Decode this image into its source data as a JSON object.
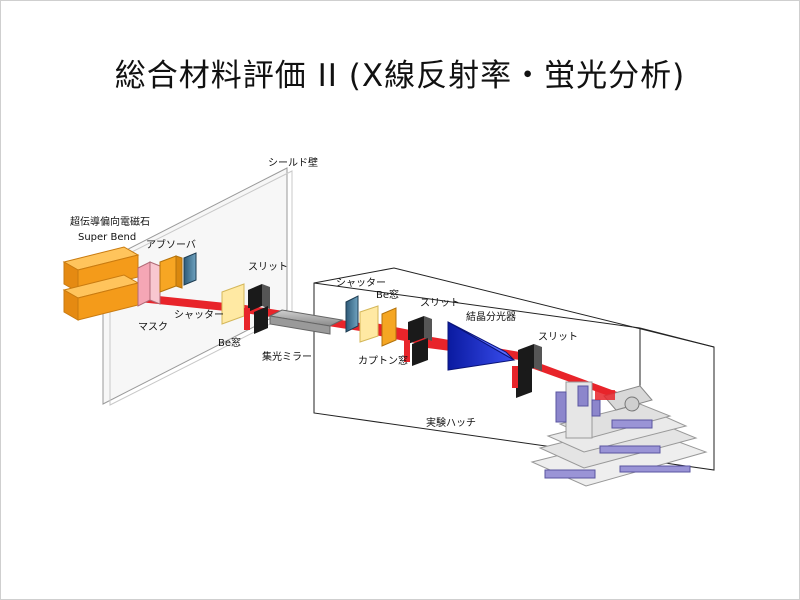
{
  "slide": {
    "title": "総合材料評価 II (X線反射率・蛍光分析)"
  },
  "labels": {
    "shield_wall": "シールド壁",
    "magnet_jp": "超伝導偏向電磁石",
    "magnet_en": "Super Bend",
    "absorber": "アブソーバ",
    "mask": "マスク",
    "shutter_1": "シャッター",
    "be_window_1": "Be窓",
    "slit_1": "スリット",
    "mirror": "集光ミラー",
    "shutter_2": "シャッター",
    "be_window_2": "Be窓",
    "kapton_window": "カプトン窓",
    "slit_2": "スリット",
    "monochromator": "結晶分光器",
    "slit_3": "スリット",
    "hutch": "実験ハッチ"
  },
  "colors": {
    "beam": "#e8242a",
    "magnet": "#f49b1a",
    "absorber": "#f7a623",
    "blue_block": "#3d6d8a",
    "be_window": "#ffe9a3",
    "slit": "#1a1a1a",
    "mono": "#1a2fc8",
    "diffractometer": "#e6e6e6",
    "diffractometer_accent": "#8c86cc"
  }
}
